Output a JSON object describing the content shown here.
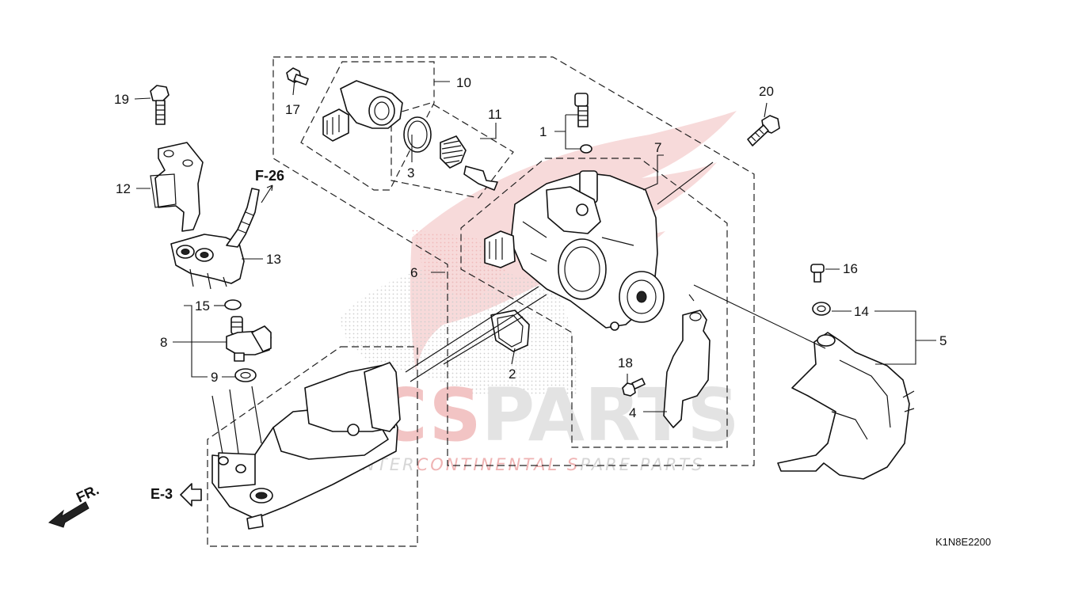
{
  "watermark": {
    "brand_accent": "ICS",
    "brand_rest": "PARTS",
    "tagline_lead": "I",
    "tagline_1": "NTER",
    "tagline_2": "CONTINENTAL ",
    "tagline_3": "S",
    "tagline_4": "PARE PARTS",
    "accent_color": "#f2c4c4",
    "gray_color": "#e3e3e3"
  },
  "references": {
    "f26": "F-26",
    "e3": "E-3",
    "front": "FR."
  },
  "diagram_code": "K1N8E2200",
  "callouts": {
    "c1": "1",
    "c2": "2",
    "c3": "3",
    "c4": "4",
    "c5": "5",
    "c6": "6",
    "c7": "7",
    "c8": "8",
    "c9": "9",
    "c10": "10",
    "c11": "11",
    "c12": "12",
    "c13": "13",
    "c14": "14",
    "c15": "15",
    "c16": "16",
    "c17": "17",
    "c18": "18",
    "c19": "19",
    "c20": "20"
  }
}
